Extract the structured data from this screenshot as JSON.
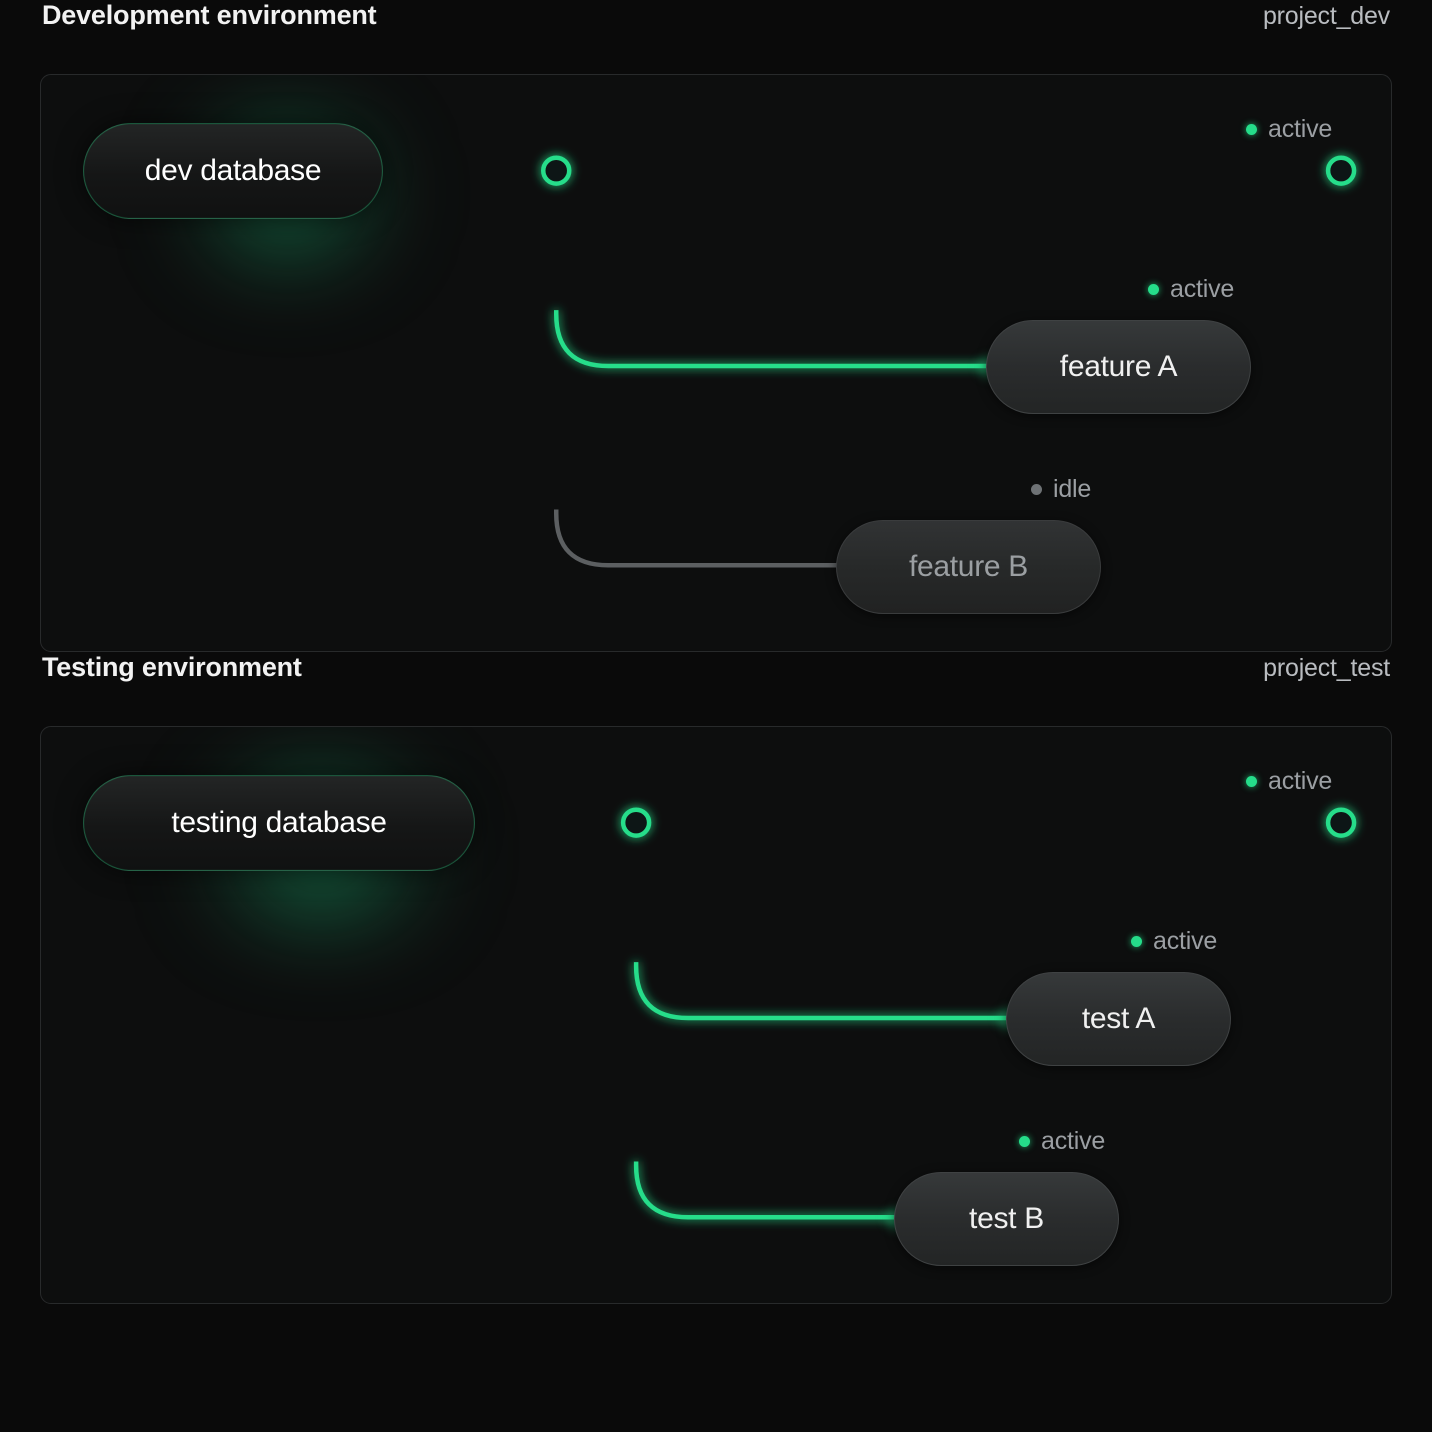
{
  "theme": {
    "page_bg": "#0a0a0a",
    "card_bg": "#0d0e0e",
    "card_border": "#282a2b",
    "accent_green": "#25dd8a",
    "idle_gray": "#6e7275",
    "text_primary": "#f2f2f2",
    "text_muted": "#9b9fa3"
  },
  "sections": [
    {
      "title": "Development environment",
      "project": "project_dev",
      "database": {
        "label": "dev database",
        "status": "active"
      },
      "trunk_status": "active",
      "trunk_endpoint_status": "active",
      "trunk_status_label": "active",
      "branches": [
        {
          "label": "feature A",
          "status": "active",
          "status_label": "active"
        },
        {
          "label": "feature B",
          "status": "idle",
          "status_label": "idle"
        }
      ]
    },
    {
      "title": "Testing environment",
      "project": "project_test",
      "database": {
        "label": "testing database",
        "status": "active"
      },
      "trunk_status": "active",
      "trunk_endpoint_status": "active",
      "trunk_status_label": "active",
      "branches": [
        {
          "label": "test A",
          "status": "active",
          "status_label": "active"
        },
        {
          "label": "test B",
          "status": "active",
          "status_label": "active"
        }
      ]
    }
  ]
}
